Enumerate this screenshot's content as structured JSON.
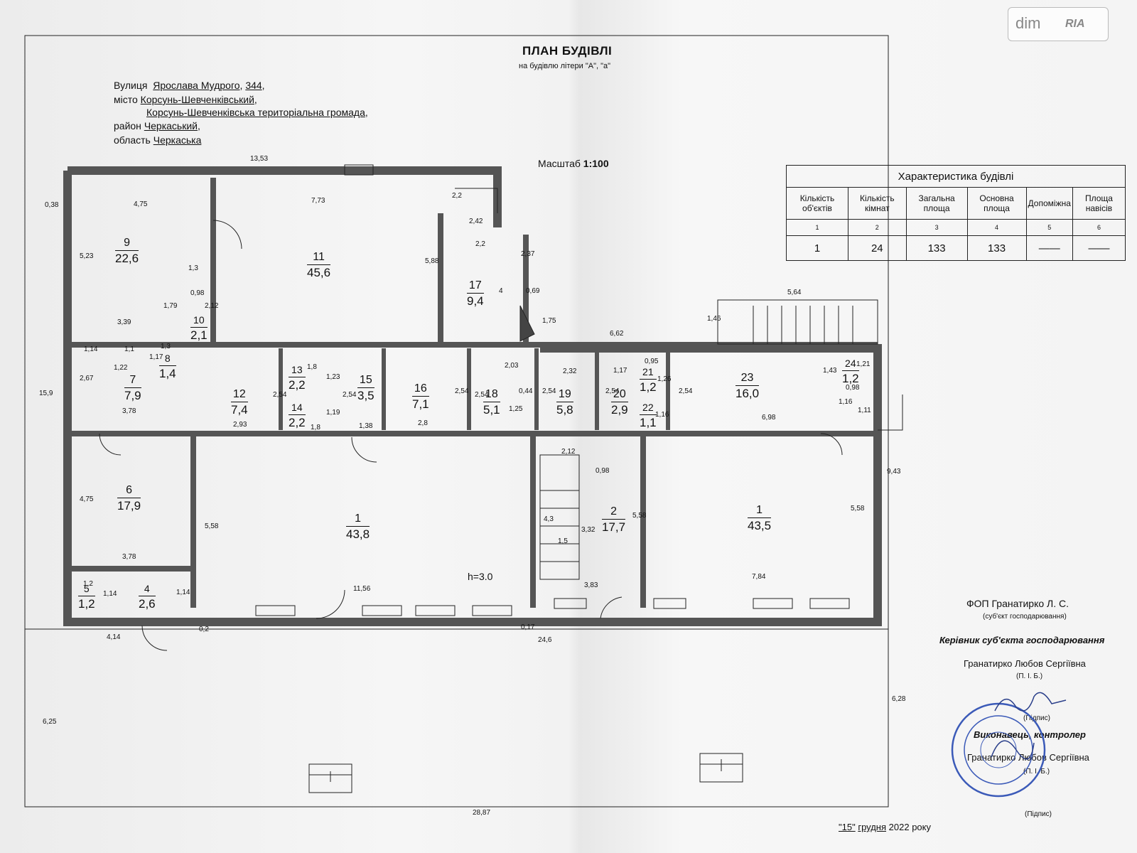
{
  "watermark": {
    "logo_left": "dim",
    "logo_right": "RIA"
  },
  "header": {
    "title": "ПЛАН БУДІВЛІ",
    "subtitle": "на будівлю літери \"А\", \"а\""
  },
  "address": {
    "street_label": "Вулиця",
    "street": "Ярослава Мудрого",
    "house": "344",
    "city_label": "місто",
    "city": "Корсунь-Шевченківський",
    "community": "Корсунь-Шевченківська територіальна громада",
    "district_label": "район",
    "district": "Черкаський",
    "region_label": "область",
    "region": "Черкаська"
  },
  "scale": {
    "label": "Масштаб",
    "value": "1:100"
  },
  "characteristics": {
    "caption": "Характеристика будівлі",
    "headers": [
      "Кількість об'єктів",
      "Кількість кімнат",
      "Загальна площа",
      "Основна площа",
      "Допоміжна",
      "Площа навісів"
    ],
    "col_numbers": [
      "1",
      "2",
      "3",
      "4",
      "5",
      "6"
    ],
    "values": [
      "1",
      "24",
      "133",
      "133",
      "——",
      "——"
    ]
  },
  "rooms": [
    {
      "n": "9",
      "area": "22,6"
    },
    {
      "n": "11",
      "area": "45,6"
    },
    {
      "n": "17",
      "area": "9,4"
    },
    {
      "n": "10",
      "area": "2,1"
    },
    {
      "n": "8",
      "area": "1,4"
    },
    {
      "n": "7",
      "area": "7,9"
    },
    {
      "n": "12",
      "area": "7,4"
    },
    {
      "n": "13",
      "area": "2,2"
    },
    {
      "n": "14",
      "area": "2,2"
    },
    {
      "n": "15",
      "area": "3,5"
    },
    {
      "n": "16",
      "area": "7,1"
    },
    {
      "n": "18",
      "area": "5,1"
    },
    {
      "n": "19",
      "area": "5,8"
    },
    {
      "n": "20",
      "area": "2,9"
    },
    {
      "n": "21",
      "area": "1,2"
    },
    {
      "n": "22",
      "area": "1,1"
    },
    {
      "n": "23",
      "area": "16,0"
    },
    {
      "n": "24",
      "area": "1,2"
    },
    {
      "n": "6",
      "area": "17,9"
    },
    {
      "n": "1",
      "area": "43,8"
    },
    {
      "n": "2",
      "area": "17,7"
    },
    {
      "n": "1",
      "area": "43,5"
    },
    {
      "n": "5",
      "area": "1,2"
    },
    {
      "n": "4",
      "area": "2,6"
    }
  ],
  "dimensions": {
    "d_13_53": "13,53",
    "d_0_38": "0,38",
    "d_4_75a": "4,75",
    "d_7_73": "7,73",
    "d_2_2a": "2,2",
    "d_2_42": "2,42",
    "d_2_2b": "2,2",
    "d_2_37": "2,37",
    "d_5_23": "5,23",
    "d_5_88": "5,88",
    "d_4": "4",
    "d_0_69": "0,69",
    "d_1_3a": "1,3",
    "d_0_98a": "0,98",
    "d_1_79": "1,79",
    "d_2_12a": "2,12",
    "d_3_39": "3,39",
    "d_1_75": "1,75",
    "d_5_64": "5,64",
    "d_1_46": "1,46",
    "d_6_62": "6,62",
    "d_1_14a": "1,14",
    "d_1_1": "1,1",
    "d_1_3b": "1,3",
    "d_1_22": "1,22",
    "d_1_17a": "1,17",
    "d_2_67": "2,67",
    "d_3_78a": "3,78",
    "d_1_8a": "1,8",
    "d_1_23": "1,23",
    "d_2_54a": "2,54",
    "d_2_93": "2,93",
    "d_1_19": "1,19",
    "d_1_8b": "1,8",
    "d_2_54b": "2,54",
    "d_1_38": "1,38",
    "d_2_54c": "2,54",
    "d_2_8": "2,8",
    "d_2_54d": "2,54",
    "d_2_03": "2,03",
    "d_0_44": "0,44",
    "d_1_25": "1,25",
    "d_2_32": "2,32",
    "d_2_54e": "2,54",
    "d_1_17b": "1,17",
    "d_0_95": "0,95",
    "d_1_26": "1,26",
    "d_2_54f": "2,54",
    "d_1_16a": "1,16",
    "d_2_54g": "2,54",
    "d_1_43": "1,43",
    "d_1_21": "1,21",
    "d_0_98b": "0,98",
    "d_1_16b": "1,16",
    "d_6_98": "6,98",
    "d_1_11": "1,11",
    "d_15_9": "15,9",
    "d_4_75b": "4,75",
    "d_5_58a": "5,58",
    "d_2_12b": "2,12",
    "d_0_98c": "0,98",
    "d_4_3": "4,3",
    "d_1_5": "1,5",
    "d_3_32": "3,32",
    "d_5_58b": "5,58",
    "d_5_58c": "5,58",
    "d_9_43": "9,43",
    "d_3_78b": "3,78",
    "d_11_56": "11,56",
    "d_h": "h=3.0",
    "d_3_83": "3,83",
    "d_7_84": "7,84",
    "d_1_2": "1,2",
    "d_1_14b": "1,14",
    "d_1_14c": "1,14",
    "d_4_14": "4,14",
    "d_0_2": "0,2",
    "d_0_17": "0,17",
    "d_24_6": "24,6",
    "d_6_25": "6,25",
    "d_6_28": "6,28",
    "d_28_87": "28,87"
  },
  "signatures": {
    "org": "ФОП Гранатирко Л. С.",
    "org_caption": "(суб'єкт господарювання)",
    "head_label": "Керівник суб'єкта господарювання",
    "head_name": "Гранатирко Любов Сергіївна",
    "pib_caption1": "(П. І. Б.)",
    "sign_caption1": "(Підпис)",
    "executor_label": "Виконавець, контролер",
    "executor_name": "Гранатирко Любов Сергіївна",
    "pib_caption2": "(П. І. Б.)",
    "sign_caption2": "(Підпис)",
    "date_day": "\"15\"",
    "date_month": "грудня",
    "date_year": "2022 року"
  }
}
